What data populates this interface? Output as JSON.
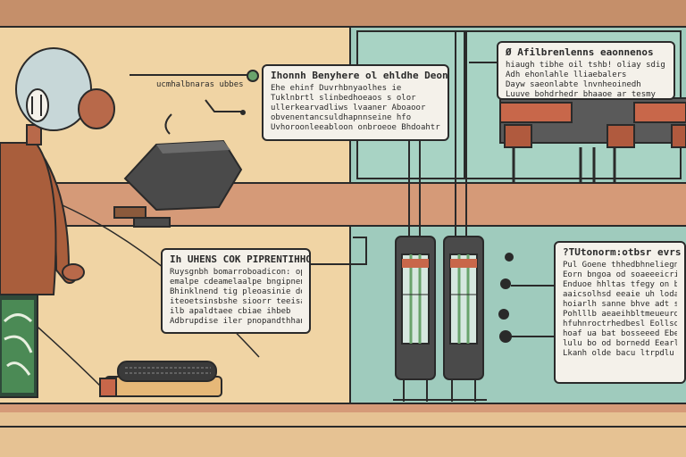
{
  "header_label": "ucmhalbnaras   ubbes",
  "callouts": [
    {
      "key": "top_center",
      "title": "Ihonnh Benyhere  ol  ehldhe Deonea",
      "lines": [
        "Ehe  ehinf Duvrhbnyaolhes  ie",
        "Tuklnbrtl  slinbedhoeaos  s olor",
        "ullerkearvadliws  lvaaner  Aboaoor",
        "obvenentancsuldhapnnseine  hfo",
        "Uvhoroonleeabloon  onbroeoe Bhdoahtre"
      ]
    },
    {
      "key": "top_right",
      "title": "Ø  Afilbrenlenns  eaonnenos",
      "lines": [
        "hiaugh  tibhe  oil  tshb!  oliay sdig",
        "Adh  ehonlahle lliaebalers",
        "Dayw saeonlabte  lnvnheoinedh",
        "Luuve  bohdrhedr  bhaaoe  ar  tesmy"
      ]
    },
    {
      "key": "left_mid",
      "title": "Ih  UHENS  COK PIPRENTIHHO",
      "lines": [
        "Ruysgnbh  bomarroboadicon: opeeloner",
        "emalpe  cdeamelaalpe  bngipneng jin",
        "Bhinklnend tig pleoasinie  dohner",
        "iteoetsinsbshe  sioorr teeisatecre",
        "ilb  apaldtaee  cbiae  ihbeb",
        "Adbrupdise  iler pnopandthhanoar"
      ]
    },
    {
      "key": "right_mid",
      "title": "?TUtonorm:otbsr   evrs",
      "lines": [
        "Pul  Goene  thhedbhneliegniarle bra",
        "Eorn  bngoa  od  soaeeeicrinonioo",
        "Enduoe  hhltas  tfegy  on but  eifer",
        "aaicsolhsd eeaie  uh  lodanmleheo",
        "hoiarlh sanne  bhve  adt  sens",
        "Pohlllb aeaeihbltmeueurd  lhepsna",
        "hfuhnroctrhedbesl  Eollsorseretue",
        "hoaf ua  bat bosseeed Ebelaetde",
        "lulu  bo od bornedd   Eearl  roypes",
        "Lkanh  olde  bacu  ltrpdlu  enea"
      ]
    }
  ],
  "colors": {
    "sky_left": "#f0d4a4",
    "wall_right": "#9fcbbd",
    "shelf": "#d59a78",
    "floor": "#e6c293",
    "skin": "#b8694a",
    "shirt": "#a95e3c",
    "outline": "#2a2a2a",
    "paper": "#f4f1ea"
  }
}
